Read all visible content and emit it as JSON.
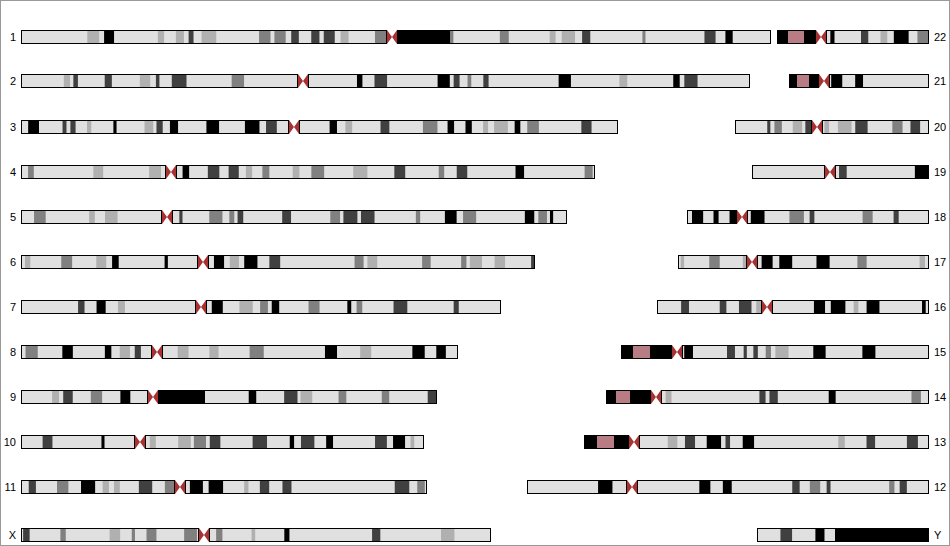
{
  "diagram": {
    "labels": [
      "1",
      "22",
      "2",
      "21",
      "3",
      "20",
      "4",
      "19",
      "5",
      "18",
      "6",
      "17",
      "7",
      "16",
      "8",
      "15",
      "9",
      "14",
      "10",
      "13",
      "11",
      "12",
      "X",
      "Y"
    ]
  }
}
